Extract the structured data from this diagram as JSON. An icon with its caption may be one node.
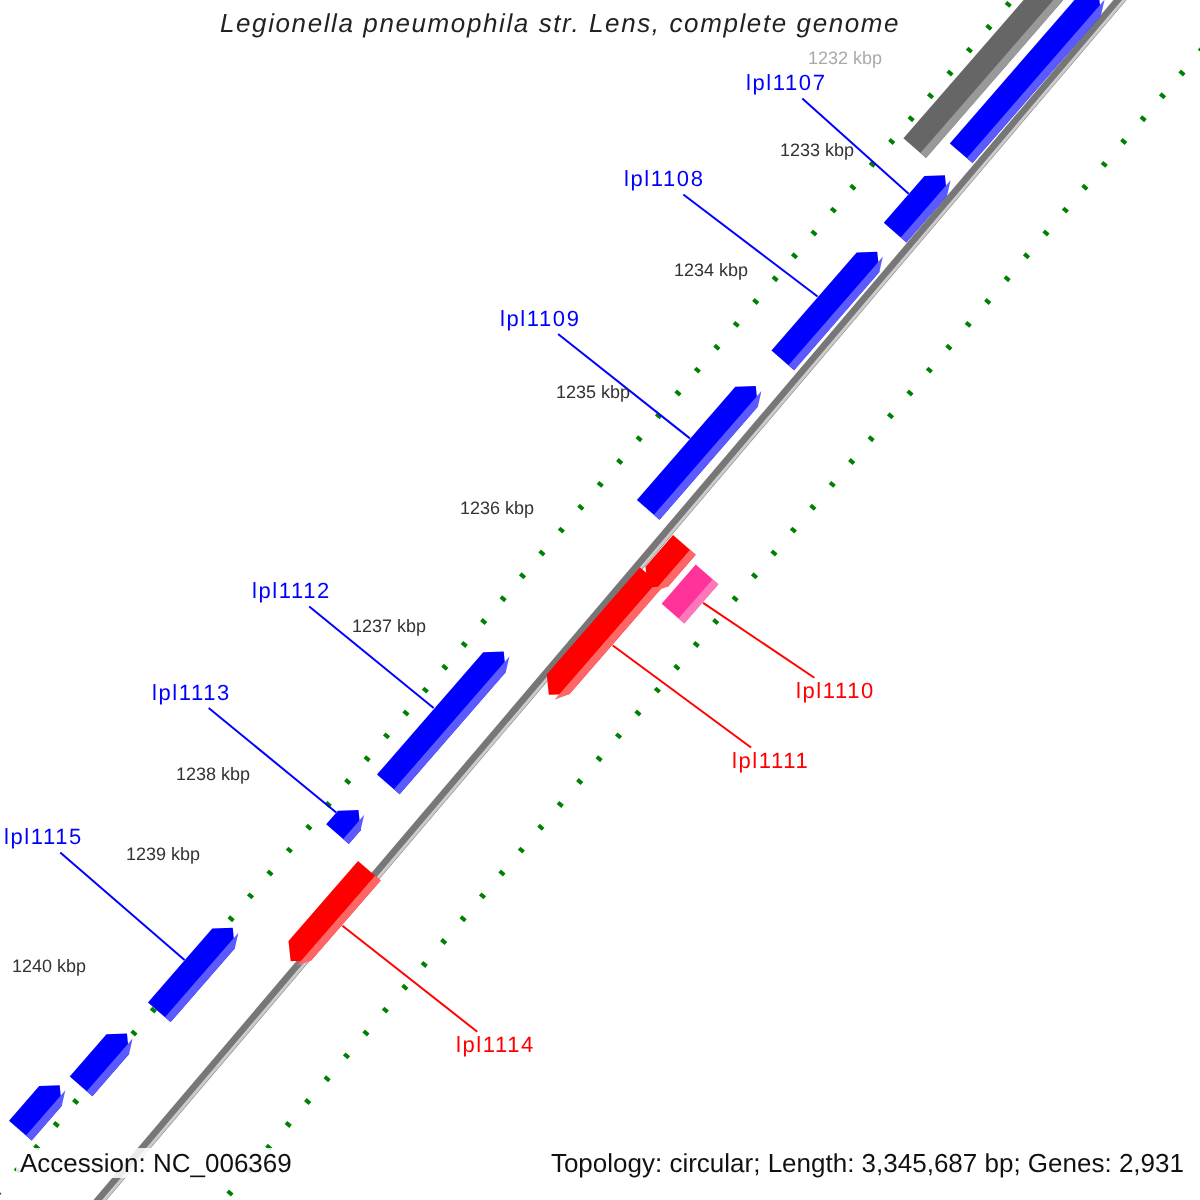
{
  "diagram": {
    "title": "Legionella pneumophila str. Lens, complete genome",
    "nodes": [
      {
        "text": [
          "lpl1107"
        ]
      },
      {
        "text": [
          "lpl1108"
        ]
      },
      {
        "text": [
          "lpl1109"
        ]
      },
      {
        "text": [
          "lpl1112"
        ]
      },
      {
        "text": [
          "lpl1113"
        ]
      },
      {
        "text": [
          "lpl1115"
        ]
      },
      {
        "text": [
          "lpl1110"
        ]
      },
      {
        "text": [
          "lpl1111"
        ]
      },
      {
        "text": [
          "lpl1114"
        ]
      },
      {
        "text": [],
        "shape": "arrow"
      },
      {
        "text": [],
        "shape": "arrow"
      },
      {
        "text": [],
        "shape": "arrow"
      },
      {
        "text": [],
        "shape": "arrow"
      },
      {
        "text": [],
        "shape": "arrow"
      },
      {
        "text": [],
        "shape": "arrow"
      },
      {
        "text": [],
        "shape": "box"
      },
      {
        "text": [],
        "shape": "arrow"
      },
      {
        "text": [],
        "shape": "arrow"
      },
      {
        "text": [],
        "shape": "arrow"
      },
      {
        "text": [],
        "shape": "arrow"
      },
      {
        "text": [],
        "shape": "arrow"
      },
      {
        "text": [],
        "shape": "arrow"
      },
      {
        "text": [],
        "shape": "arrow"
      }
    ],
    "edges": [
      {
        "from": 0,
        "to": 11,
        "arrow": "none"
      },
      {
        "from": 1,
        "to": 12,
        "arrow": "none"
      },
      {
        "from": 2,
        "to": 13,
        "arrow": "none"
      },
      {
        "from": 3,
        "to": 17,
        "arrow": "none"
      },
      {
        "from": 4,
        "to": 18,
        "arrow": "none"
      },
      {
        "from": 5,
        "to": 20,
        "arrow": "none"
      },
      {
        "from": 6,
        "to": 15,
        "arrow": "none",
        "color": "#ff0000"
      },
      {
        "from": 7,
        "to": 16,
        "arrow": "none",
        "color": "#ff0000"
      },
      {
        "from": 8,
        "to": 19,
        "arrow": "none",
        "color": "#ff0000"
      }
    ],
    "labels": [
      "1232 kbp",
      "1233 kbp",
      "1234 kbp",
      "1235 kbp",
      "1236 kbp",
      "1237 kbp",
      "1238 kbp",
      "1239 kbp",
      "1240 kbp",
      "Accession: NC_006369",
      "Topology: circular; Length: 3,345,687 bp; Genes: 2,931"
    ]
  }
}
